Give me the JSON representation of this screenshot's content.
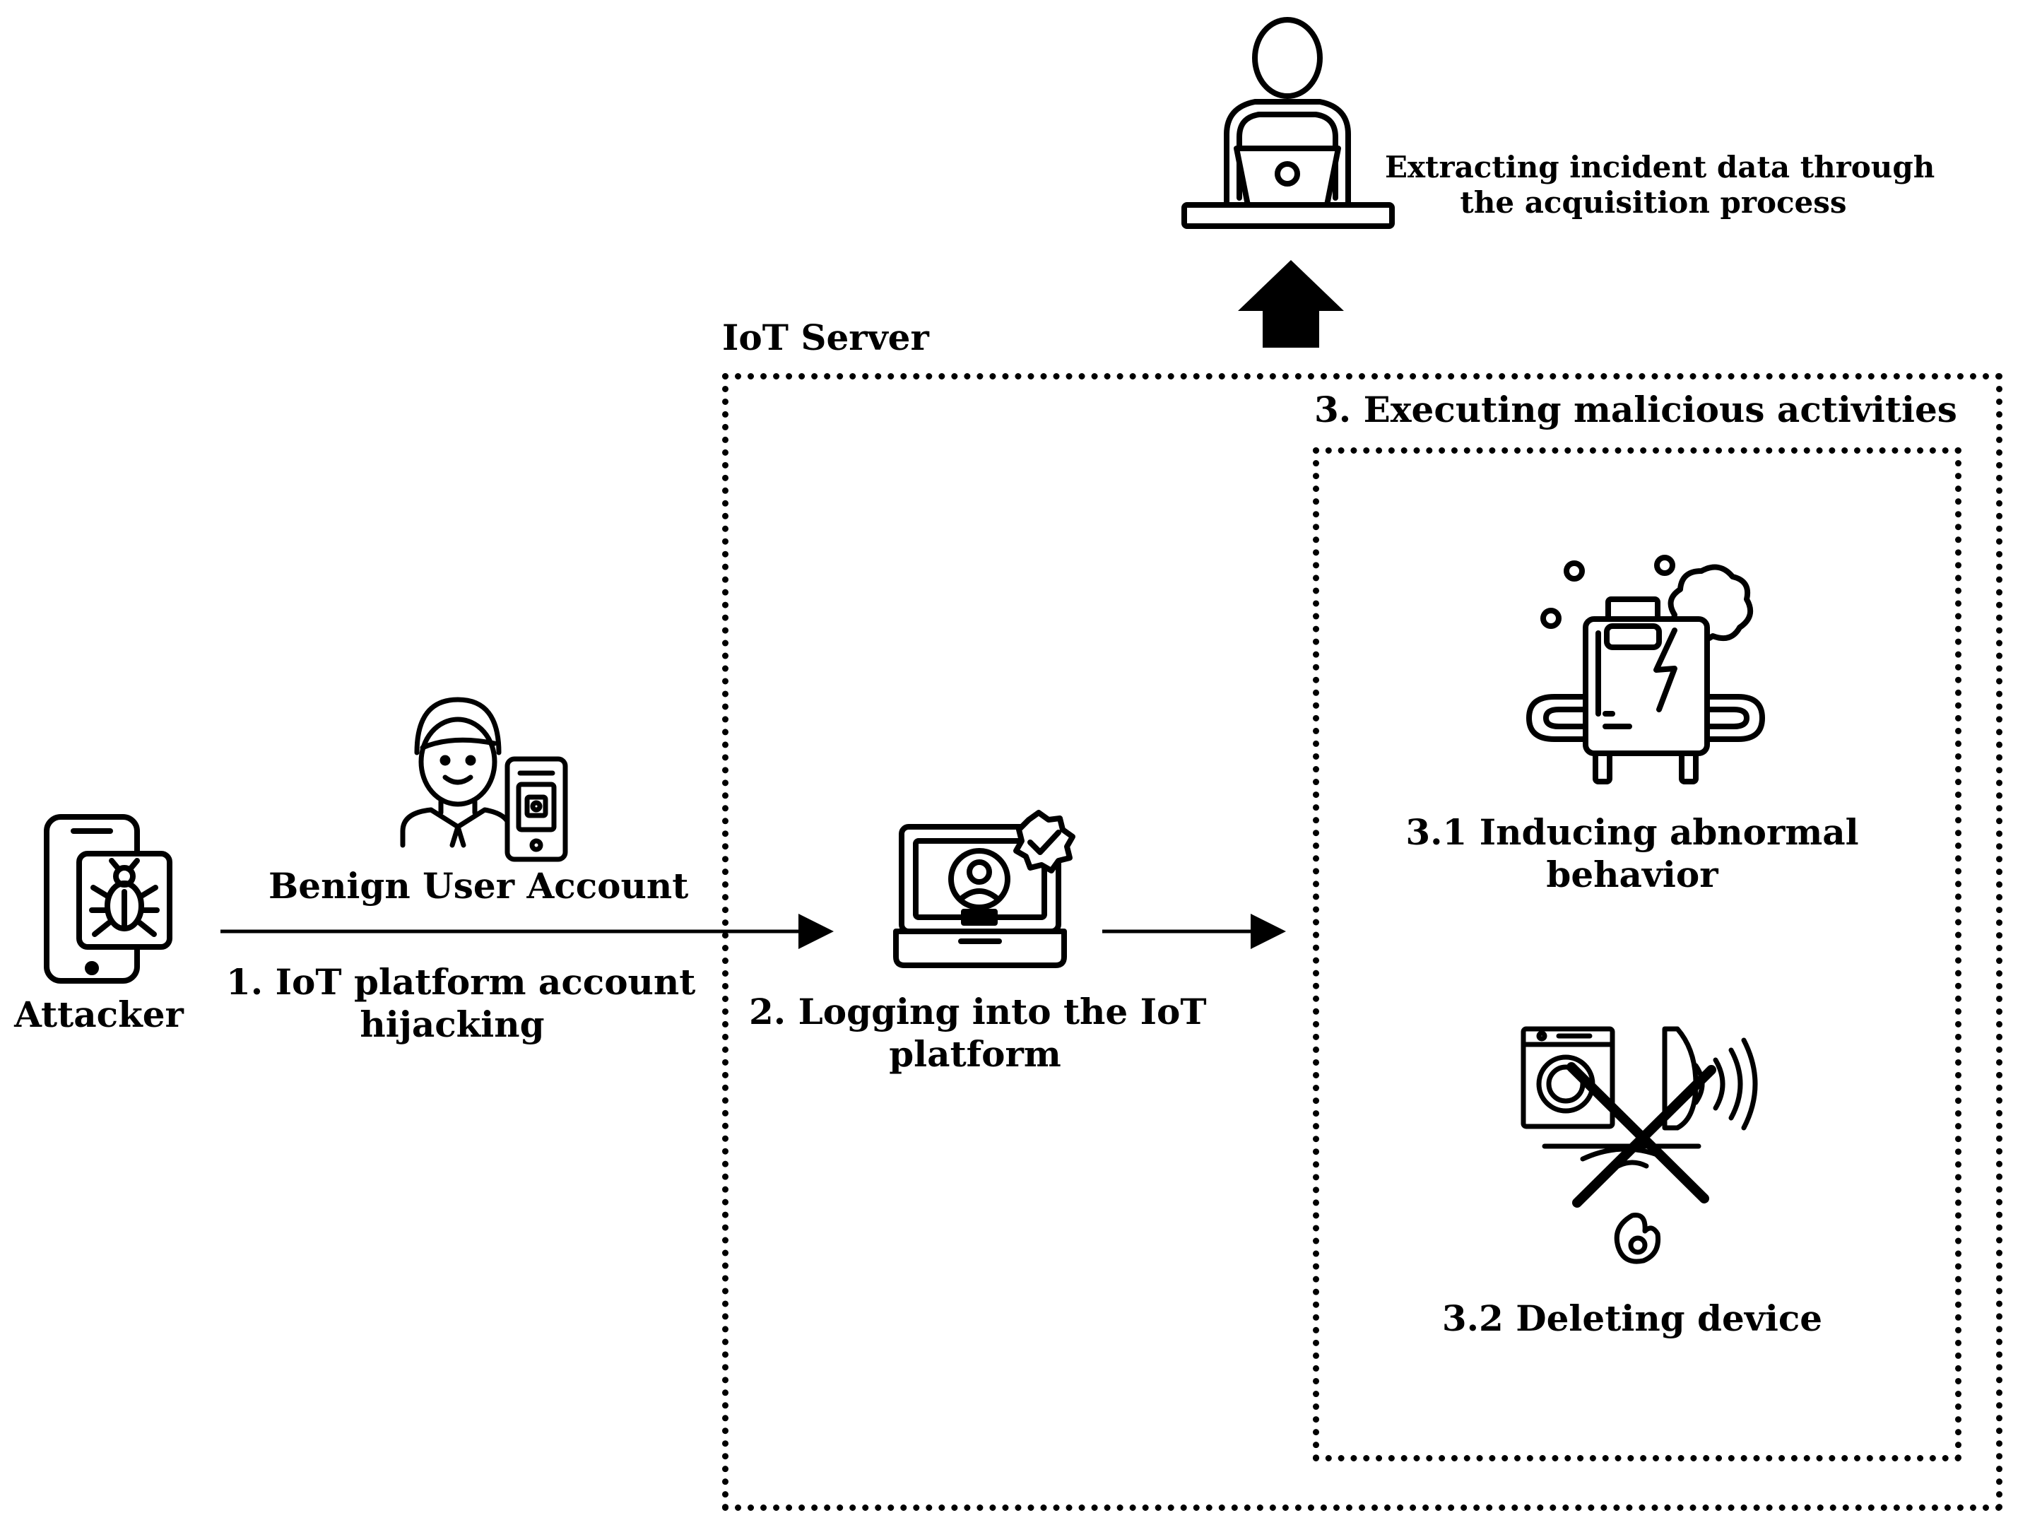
{
  "labels": {
    "attacker": "Attacker",
    "benign_user": "Benign User Account",
    "step1_line1": "1. IoT platform account",
    "step1_line2": "hijacking",
    "iot_server": "IoT Server",
    "step2_line1": "2. Logging into the IoT",
    "step2_line2": "platform",
    "step3": "3. Executing malicious activities",
    "step3_1_line1": "3.1 Inducing abnormal",
    "step3_1_line2": "behavior",
    "step3_2": "3.2 Deleting device",
    "extract_line1": "Extracting incident data through",
    "extract_line2": "the acquisition process"
  },
  "icons": {
    "attacker": "mobile-bug-icon",
    "benign_user": "user-with-phone-icon",
    "login": "laptop-user-verified-icon",
    "abnormal": "broken-appliance-smoke-icon",
    "delete": "crossed-out-devices-icon",
    "investigator": "person-at-laptop-icon",
    "upload_arrow": "thick-up-arrow-icon"
  },
  "colors": {
    "ink": "#000000",
    "background": "#ffffff"
  }
}
